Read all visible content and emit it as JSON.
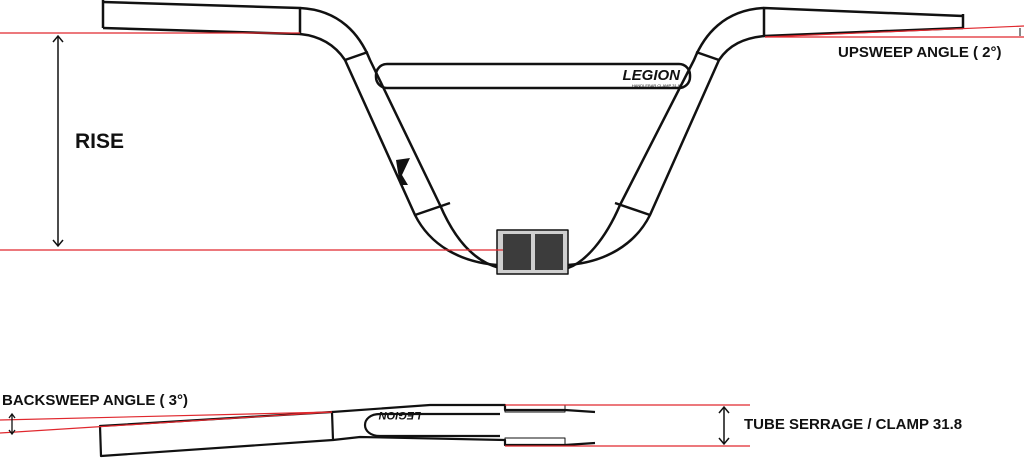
{
  "labels": {
    "rise": "RISE",
    "upsweep": "UPSWEEP ANGLE ( 2°)",
    "backsweep": "BACKSWEEP ANGLE ( 3°)",
    "tube": "TUBE SERRAGE / CLAMP 31.8"
  },
  "logo": {
    "brand": "LEGION",
    "subtitle": "HANDLEBAR CLAMP 31.8"
  },
  "colors": {
    "outline": "#111111",
    "measure": "#e0282e",
    "knurl": "#cfcfcf"
  }
}
